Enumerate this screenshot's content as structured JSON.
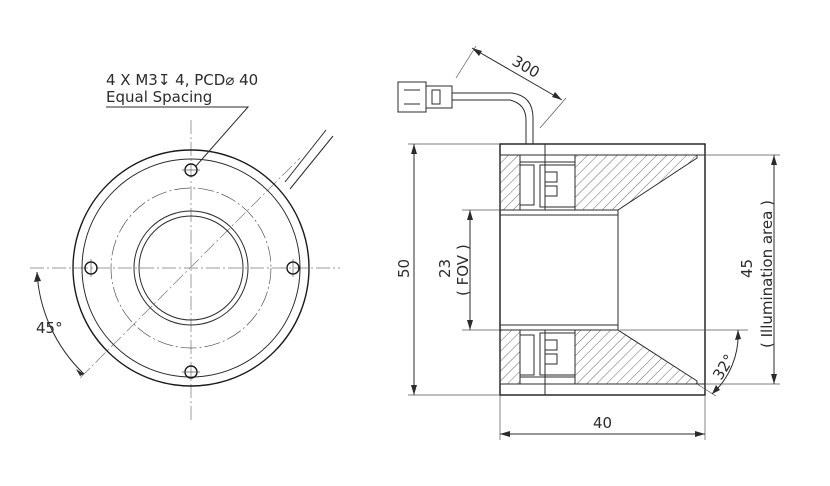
{
  "front_view": {
    "hole_note_line1": "4 X M3↧ 4, PCD⌀ 40",
    "hole_note_line2": "Equal Spacing",
    "angle_label": "45°"
  },
  "side_view": {
    "cable_length": "300",
    "height_label": "50",
    "fov_value": "23",
    "fov_label": "( FOV )",
    "illum_value": "45",
    "illum_label": "( Illumination area )",
    "cone_angle": "32°",
    "length_label": "40"
  }
}
